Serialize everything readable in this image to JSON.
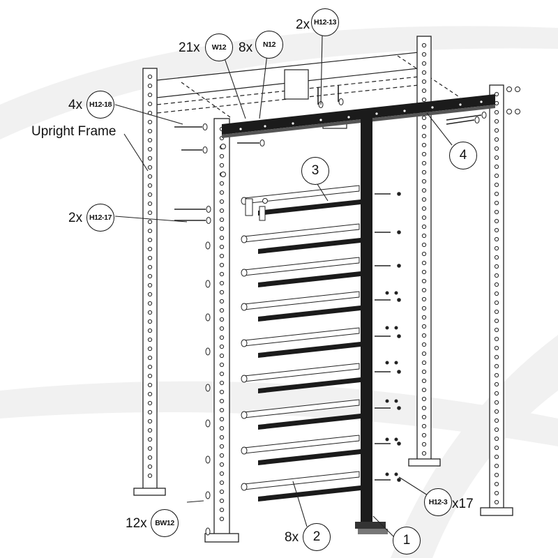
{
  "diagram": {
    "labels": {
      "upright_frame": "Upright Frame"
    },
    "callouts": [
      {
        "id": "w12",
        "qty": "21x",
        "code": "W12"
      },
      {
        "id": "n12",
        "qty": "8x",
        "code": "N12"
      },
      {
        "id": "h12_13",
        "qty": "2x",
        "code": "H12-13"
      },
      {
        "id": "h12_18",
        "qty": "4x",
        "code": "H12-18"
      },
      {
        "id": "h12_17",
        "qty": "2x",
        "code": "H12-17"
      },
      {
        "id": "bw12",
        "qty": "12x",
        "code": "BW12"
      },
      {
        "id": "h12_3",
        "qty": "x17",
        "code": "H12-3"
      }
    ],
    "parts": [
      {
        "id": "part1",
        "qty": "",
        "number": "1"
      },
      {
        "id": "part2",
        "qty": "8x",
        "number": "2"
      },
      {
        "id": "part3",
        "qty": "",
        "number": "3"
      },
      {
        "id": "part4",
        "qty": "",
        "number": "4"
      }
    ]
  }
}
